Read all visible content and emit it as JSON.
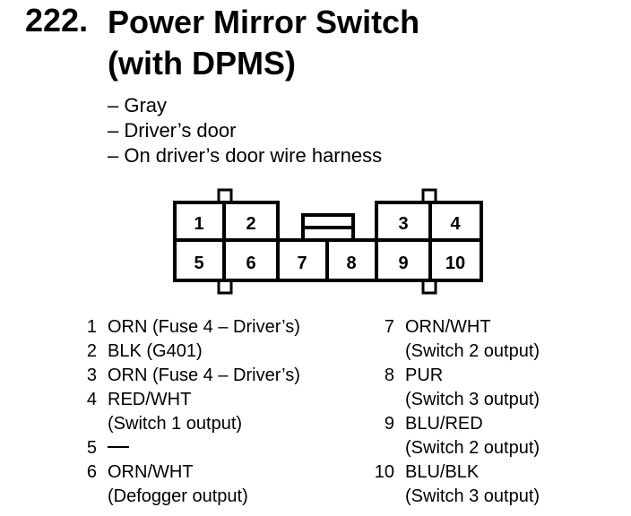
{
  "heading": {
    "number": "222.",
    "title_line1": "Power Mirror Switch",
    "title_line2": "(with DPMS)"
  },
  "details": [
    "– Gray",
    "– Driver’s door",
    "– On driver’s door wire harness"
  ],
  "connector_pins": [
    "1",
    "2",
    "3",
    "4",
    "5",
    "6",
    "7",
    "8",
    "9",
    "10"
  ],
  "pinout_left": [
    {
      "pin": "1",
      "line1": "ORN (Fuse 4 – Driver’s)",
      "line2": ""
    },
    {
      "pin": "2",
      "line1": "BLK (G401)",
      "line2": ""
    },
    {
      "pin": "3",
      "line1": "ORN (Fuse 4 – Driver’s)",
      "line2": ""
    },
    {
      "pin": "4",
      "line1": "RED/WHT",
      "line2": "(Switch 1 output)"
    },
    {
      "pin": "5",
      "line1": "—",
      "line2": ""
    },
    {
      "pin": "6",
      "line1": "ORN/WHT",
      "line2": "(Defogger output)"
    }
  ],
  "pinout_right": [
    {
      "pin": "7",
      "line1": "ORN/WHT",
      "line2": "(Switch 2 output)"
    },
    {
      "pin": "8",
      "line1": "PUR",
      "line2": "(Switch 3 output)"
    },
    {
      "pin": "9",
      "line1": "BLU/RED",
      "line2": "(Switch 2 output)"
    },
    {
      "pin": "10",
      "line1": "BLU/BLK",
      "line2": "(Switch 3 output)"
    }
  ]
}
